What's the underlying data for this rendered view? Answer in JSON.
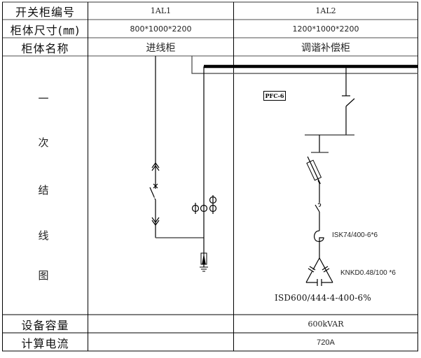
{
  "table": {
    "rows": [
      {
        "label": "开关柜编号",
        "col1": "1AL1",
        "col2": "1AL2"
      },
      {
        "label": "柜体尺寸(㎜)",
        "col1": "800*1000*2200",
        "col2": "1200*1000*2200"
      },
      {
        "label": "柜体名称",
        "col1": "进线柜",
        "col2": "调谐补偿柜"
      }
    ],
    "diagram_row_label": [
      "一",
      "次",
      "结",
      "线",
      "图"
    ],
    "footer_rows": [
      {
        "label": "设备容量",
        "col1": "",
        "col2": "600kVAR"
      },
      {
        "label": "计算电流",
        "col1": "",
        "col2": "720A"
      }
    ]
  },
  "diagram": {
    "panel_1": {
      "title": "进线柜",
      "components": [
        "busbar-connection",
        "withdrawable-plug-upper",
        "circuit-breaker",
        "withdrawable-plug-lower",
        "current-transformers",
        "surge-arrester-ground"
      ]
    },
    "panel_2": {
      "title": "调谐补偿柜",
      "controller_label": "PFC-6",
      "reactor_label": "ISK74/400-6*6",
      "capacitor_label": "KNKD0.48/100 *6",
      "model_label": "ISD600/444-4-400-6%",
      "components": [
        "isolator-switch",
        "branch-busbar",
        "fuse",
        "contactor",
        "reactor",
        "delta-capacitor-bank"
      ]
    }
  }
}
